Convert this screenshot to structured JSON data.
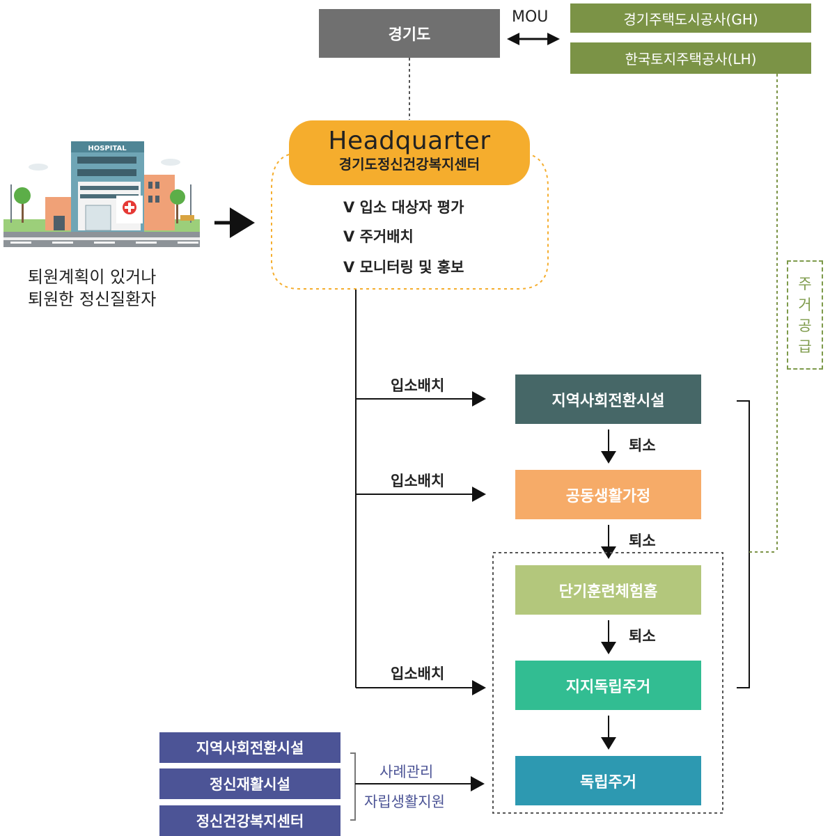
{
  "top": {
    "gyeonggi": "경기도",
    "mou": "MOU",
    "gh": "경기주택도시공사(GH)",
    "lh": "한국토지주택공사(LH)"
  },
  "hq": {
    "title": "Headquarter",
    "subtitle": "경기도정신건강복지센터",
    "tasks": [
      "V 입소 대상자 평가",
      "V 주거배치",
      "V 모니터링 및 홍보"
    ]
  },
  "patient": {
    "hospital_sign": "HOSPITAL",
    "line1": "퇴원계획이 있거나",
    "line2": "퇴원한 정신질환자"
  },
  "supply_label": [
    "주",
    "거",
    "공",
    "급"
  ],
  "placement": "입소배치",
  "discharge": "퇴소",
  "steps": [
    "지역사회전환시설",
    "공동생활가정",
    "단기훈련체험홈",
    "지지독립주거",
    "독립주거"
  ],
  "support": {
    "orgs": [
      "지역사회전환시설",
      "정신재활시설",
      "정신건강복지센터"
    ],
    "case_mgmt": "사례관리",
    "independent": "자립생활지원"
  },
  "colors": {
    "gray": "#707070",
    "olive": "#7b9346",
    "orange": "#f5ad2d",
    "step1": "#466767",
    "step2": "#f6ab68",
    "step3": "#b3c77c",
    "step4": "#32bd92",
    "step5": "#2d99b1",
    "indigo": "#4c5496"
  }
}
